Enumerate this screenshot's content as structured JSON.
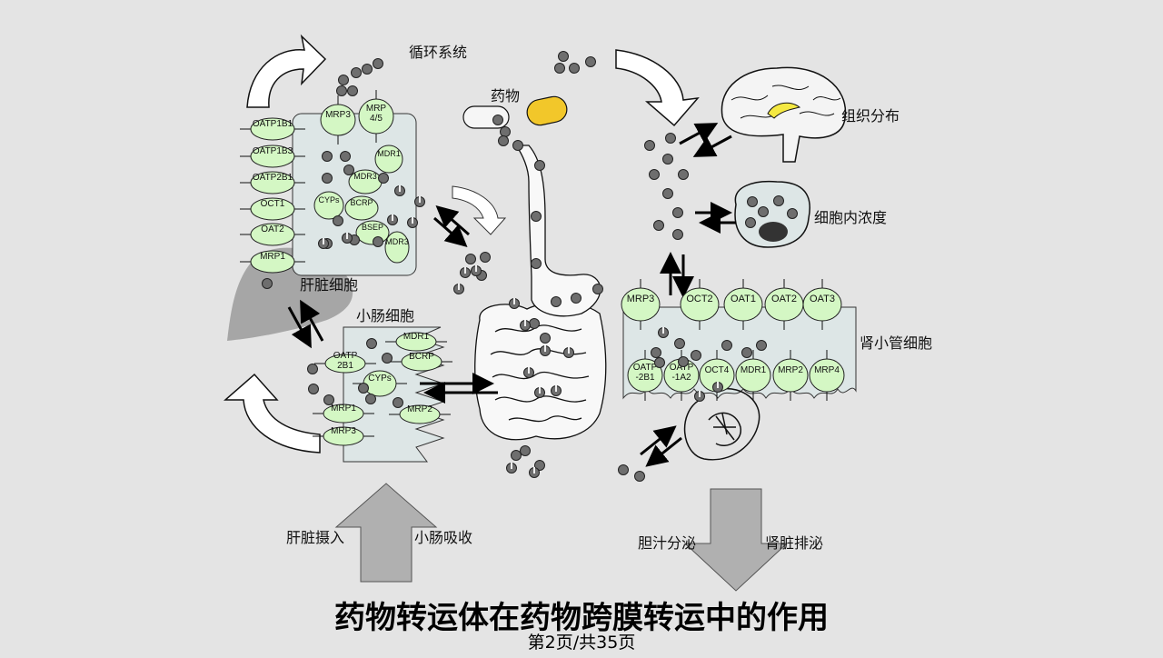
{
  "labels": {
    "circulation": "循环系统",
    "drug": "药物",
    "tissue_distribution": "组织分布",
    "intracellular_conc": "细胞内浓度",
    "hepatocyte": "肝脏细胞",
    "enterocyte": "小肠细胞",
    "renal_tubule_cell": "肾小管细胞",
    "liver_uptake": "肝脏摄入",
    "intestinal_absorption": "小肠吸收",
    "biliary_secretion": "胆汁分泌",
    "renal_excretion": "肾脏排泌"
  },
  "liver_transporters": {
    "left": [
      "OATP1B1",
      "OATP1B3",
      "OATP2B1",
      "OCT1",
      "OAT2",
      "MRP1"
    ],
    "top": [
      "MRP3",
      "MRP 4/5"
    ],
    "inner": [
      "MDR1",
      "MDR3",
      "CYPs",
      "BCRP",
      "BSEP",
      "MDR3"
    ]
  },
  "intestine_transporters": [
    "OATP 2B1",
    "MDR1",
    "BCRP",
    "CYPs",
    "MRP1",
    "MRP2",
    "MRP3"
  ],
  "kidney_transporters": {
    "top": [
      "MRP3",
      "OCT2",
      "OAT1",
      "OAT2",
      "OAT3"
    ],
    "bottom": [
      "OATP -2B1",
      "OATP -1A2",
      "OCT4",
      "MDR1",
      "MRP2",
      "MRP4"
    ]
  },
  "colors": {
    "background": "#e4e4e4",
    "transporter_fill": "#d4f7c4",
    "cell_fill": "#dde6e6",
    "drug_dot": "#6e6e6e",
    "liver_shape": "#a6a6a6",
    "big_arrow": "#b0b0b0",
    "capsule": "#f2c72a"
  },
  "footer": {
    "title": "药物转运体在药物跨膜转运中的作用",
    "page": "第2页/共35页"
  }
}
